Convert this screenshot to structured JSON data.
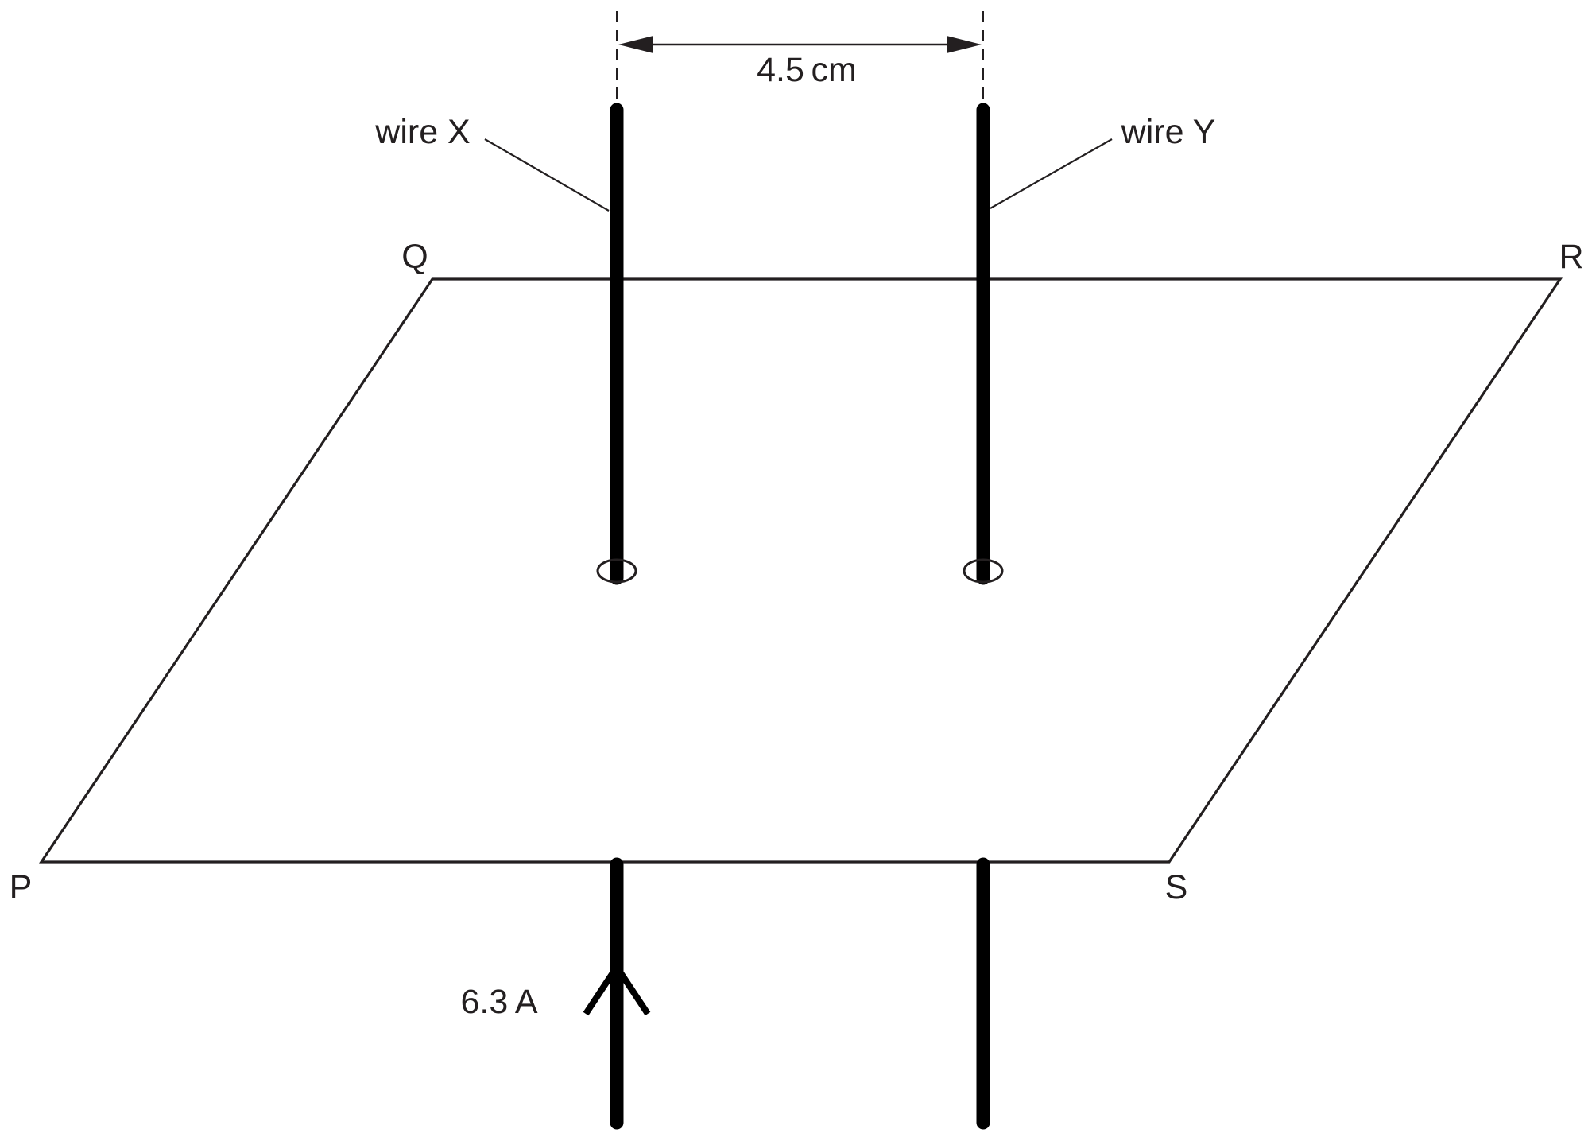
{
  "diagram": {
    "labels": {
      "separation": "4.5 cm",
      "wire_x": "wire X",
      "wire_y": "wire Y",
      "corner_p": "P",
      "corner_q": "Q",
      "corner_r": "R",
      "corner_s": "S",
      "current": "6.3 A"
    },
    "colors": {
      "line": "#231f20",
      "wire": "#000000",
      "background": "#ffffff"
    }
  }
}
